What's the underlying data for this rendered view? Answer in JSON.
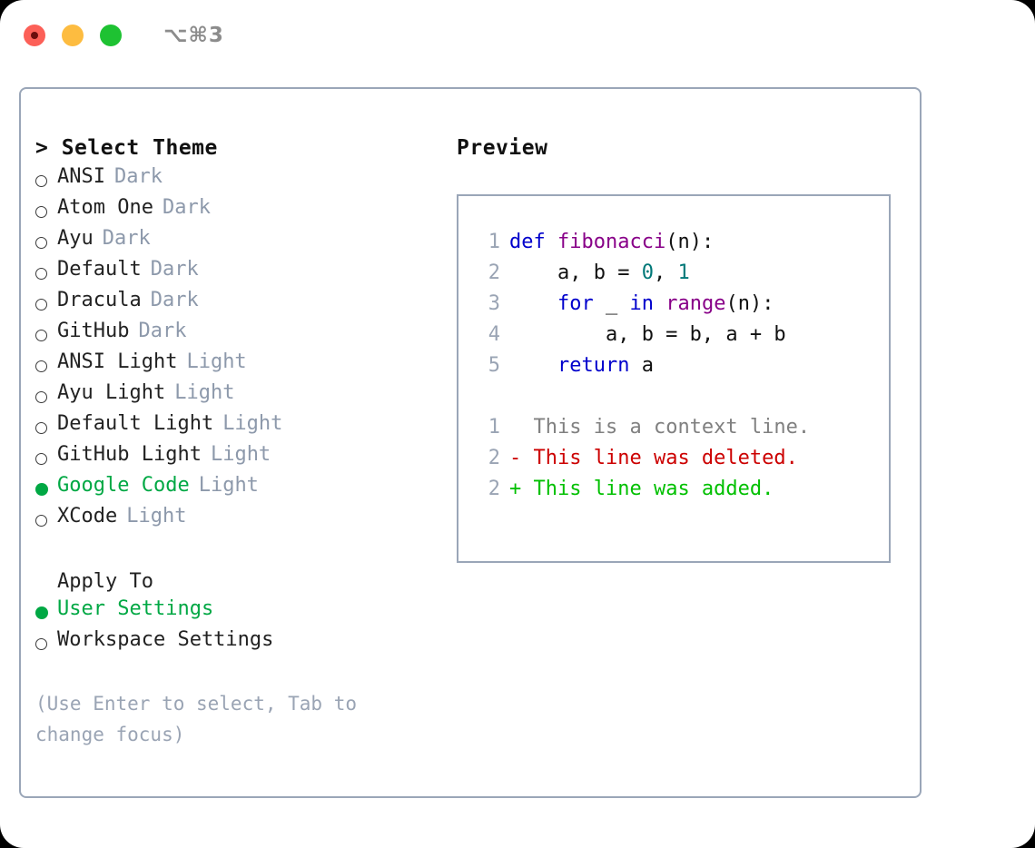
{
  "titlebar": {
    "shortcut": "⌥⌘3",
    "lights": [
      {
        "name": "close",
        "color": "#fc6058"
      },
      {
        "name": "minimize",
        "color": "#fdbc40"
      },
      {
        "name": "maximize",
        "color": "#1ec232"
      }
    ]
  },
  "theme_picker": {
    "title": "> Select Theme",
    "options": [
      {
        "label": "ANSI",
        "tag": "Dark",
        "selected": false
      },
      {
        "label": "Atom One",
        "tag": "Dark",
        "selected": false
      },
      {
        "label": "Ayu",
        "tag": "Dark",
        "selected": false
      },
      {
        "label": "Default",
        "tag": "Dark",
        "selected": false
      },
      {
        "label": "Dracula",
        "tag": "Dark",
        "selected": false
      },
      {
        "label": "GitHub",
        "tag": "Dark",
        "selected": false
      },
      {
        "label": "ANSI Light",
        "tag": "Light",
        "selected": false
      },
      {
        "label": "Ayu Light",
        "tag": "Light",
        "selected": false
      },
      {
        "label": "Default Light",
        "tag": "Light",
        "selected": false
      },
      {
        "label": "GitHub Light",
        "tag": "Light",
        "selected": false
      },
      {
        "label": "Google Code",
        "tag": "Light",
        "selected": true
      },
      {
        "label": "XCode",
        "tag": "Light",
        "selected": false
      }
    ]
  },
  "apply_to": {
    "title": "Apply To",
    "options": [
      {
        "label": "User Settings",
        "selected": true
      },
      {
        "label": "Workspace Settings",
        "selected": false
      }
    ]
  },
  "hint": "(Use Enter to select, Tab to change focus)",
  "preview": {
    "title": "Preview",
    "code_lines": [
      {
        "lineno": "1",
        "tokens": [
          {
            "text": "def ",
            "type": "kw"
          },
          {
            "text": "fibonacci",
            "type": "fn"
          },
          {
            "text": "(n):",
            "type": "pun"
          }
        ]
      },
      {
        "lineno": "2",
        "tokens": [
          {
            "text": "    a, b = ",
            "type": "pun"
          },
          {
            "text": "0",
            "type": "num"
          },
          {
            "text": ", ",
            "type": "pun"
          },
          {
            "text": "1",
            "type": "num"
          }
        ]
      },
      {
        "lineno": "3",
        "tokens": [
          {
            "text": "    for ",
            "type": "kw"
          },
          {
            "text": "_ ",
            "type": "pun"
          },
          {
            "text": "in ",
            "type": "kw"
          },
          {
            "text": "range",
            "type": "fn"
          },
          {
            "text": "(n):",
            "type": "pun"
          }
        ]
      },
      {
        "lineno": "4",
        "tokens": [
          {
            "text": "        a, b = b, a + b",
            "type": "pun"
          }
        ]
      },
      {
        "lineno": "5",
        "tokens": [
          {
            "text": "    return ",
            "type": "kw"
          },
          {
            "text": "a",
            "type": "pun"
          }
        ]
      }
    ],
    "diff_lines": [
      {
        "lineno": "1",
        "marker": "  ",
        "text": "This is a context line.",
        "type": "ctx"
      },
      {
        "lineno": "2",
        "marker": "- ",
        "text": "This line was deleted.",
        "type": "del"
      },
      {
        "lineno": "2",
        "marker": "+ ",
        "text": "This line was added.",
        "type": "add"
      }
    ]
  },
  "colors": {
    "accent_green": "#00a844",
    "tag_gray": "#8d99ab",
    "border": "#9aa6b8",
    "keyword": "#0000cc",
    "function": "#880088",
    "number": "#007878",
    "diff_deleted": "#cc0000",
    "diff_added": "#00c000",
    "diff_context": "#808080",
    "lineno": "#9aa4b4"
  }
}
